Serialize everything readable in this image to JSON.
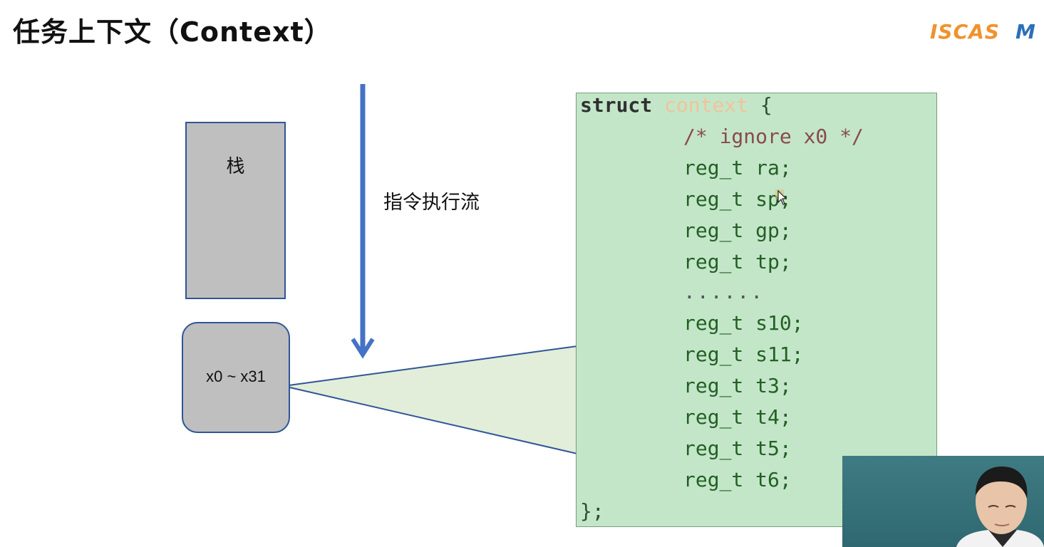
{
  "slide": {
    "title": "任务上下文（Context）",
    "logo_text": "ISCAS",
    "logo_text_2": "M",
    "stack_label": "栈",
    "registers_label": "x0 ~ x31",
    "flow_label": "指令执行流"
  },
  "code": {
    "struct_kw": "struct",
    "struct_name": "context",
    "open_brace": "{",
    "comment": "/* ignore x0 */",
    "type_name": "reg_t",
    "fields": [
      "ra;",
      "sp;",
      "gp;",
      "tp;",
      "s10;",
      "s11;",
      "t3;",
      "t4;",
      "t5;",
      "t6;"
    ],
    "ellipsis": "......",
    "close_brace": "};"
  },
  "colors": {
    "arrow": "#4472c4",
    "box_fill": "#bfbfbf",
    "box_border": "#2f5597",
    "code_bg": "#c3e6c9",
    "wedge_fill": "#e2eed9"
  }
}
